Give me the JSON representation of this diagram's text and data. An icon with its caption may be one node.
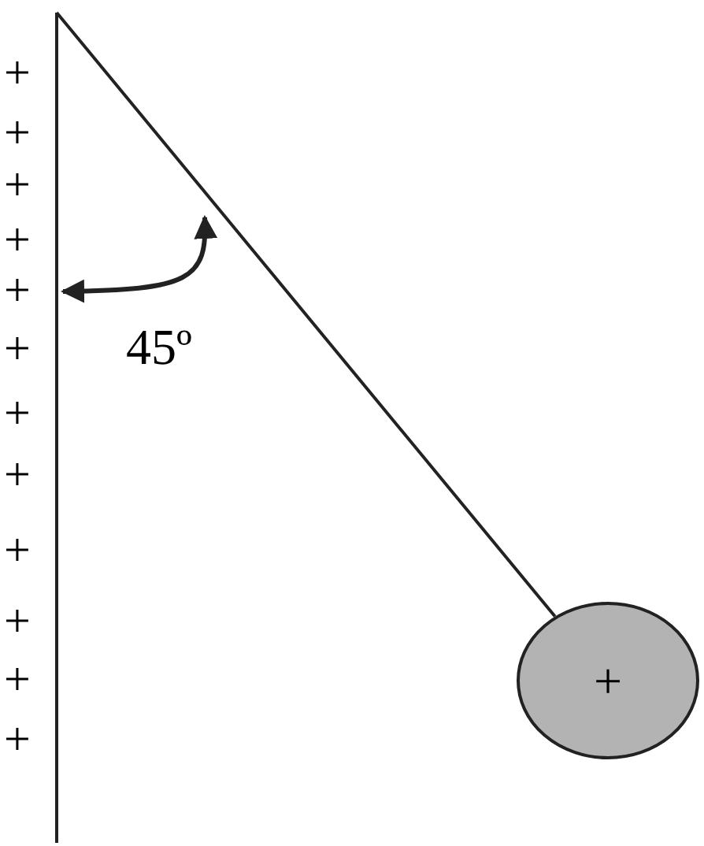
{
  "diagram": {
    "nodes": [
      {
        "text": [],
        "shape": "bar",
        "beside": [
          "+",
          "+",
          "+",
          "+",
          "+",
          "+",
          "+",
          "+",
          "+",
          "+",
          "+",
          "+"
        ]
      },
      {
        "text": [
          "+"
        ]
      }
    ],
    "edges": [
      {
        "from": 0,
        "to": 1,
        "arrow": "none"
      }
    ],
    "labels": [
      "45º"
    ]
  }
}
